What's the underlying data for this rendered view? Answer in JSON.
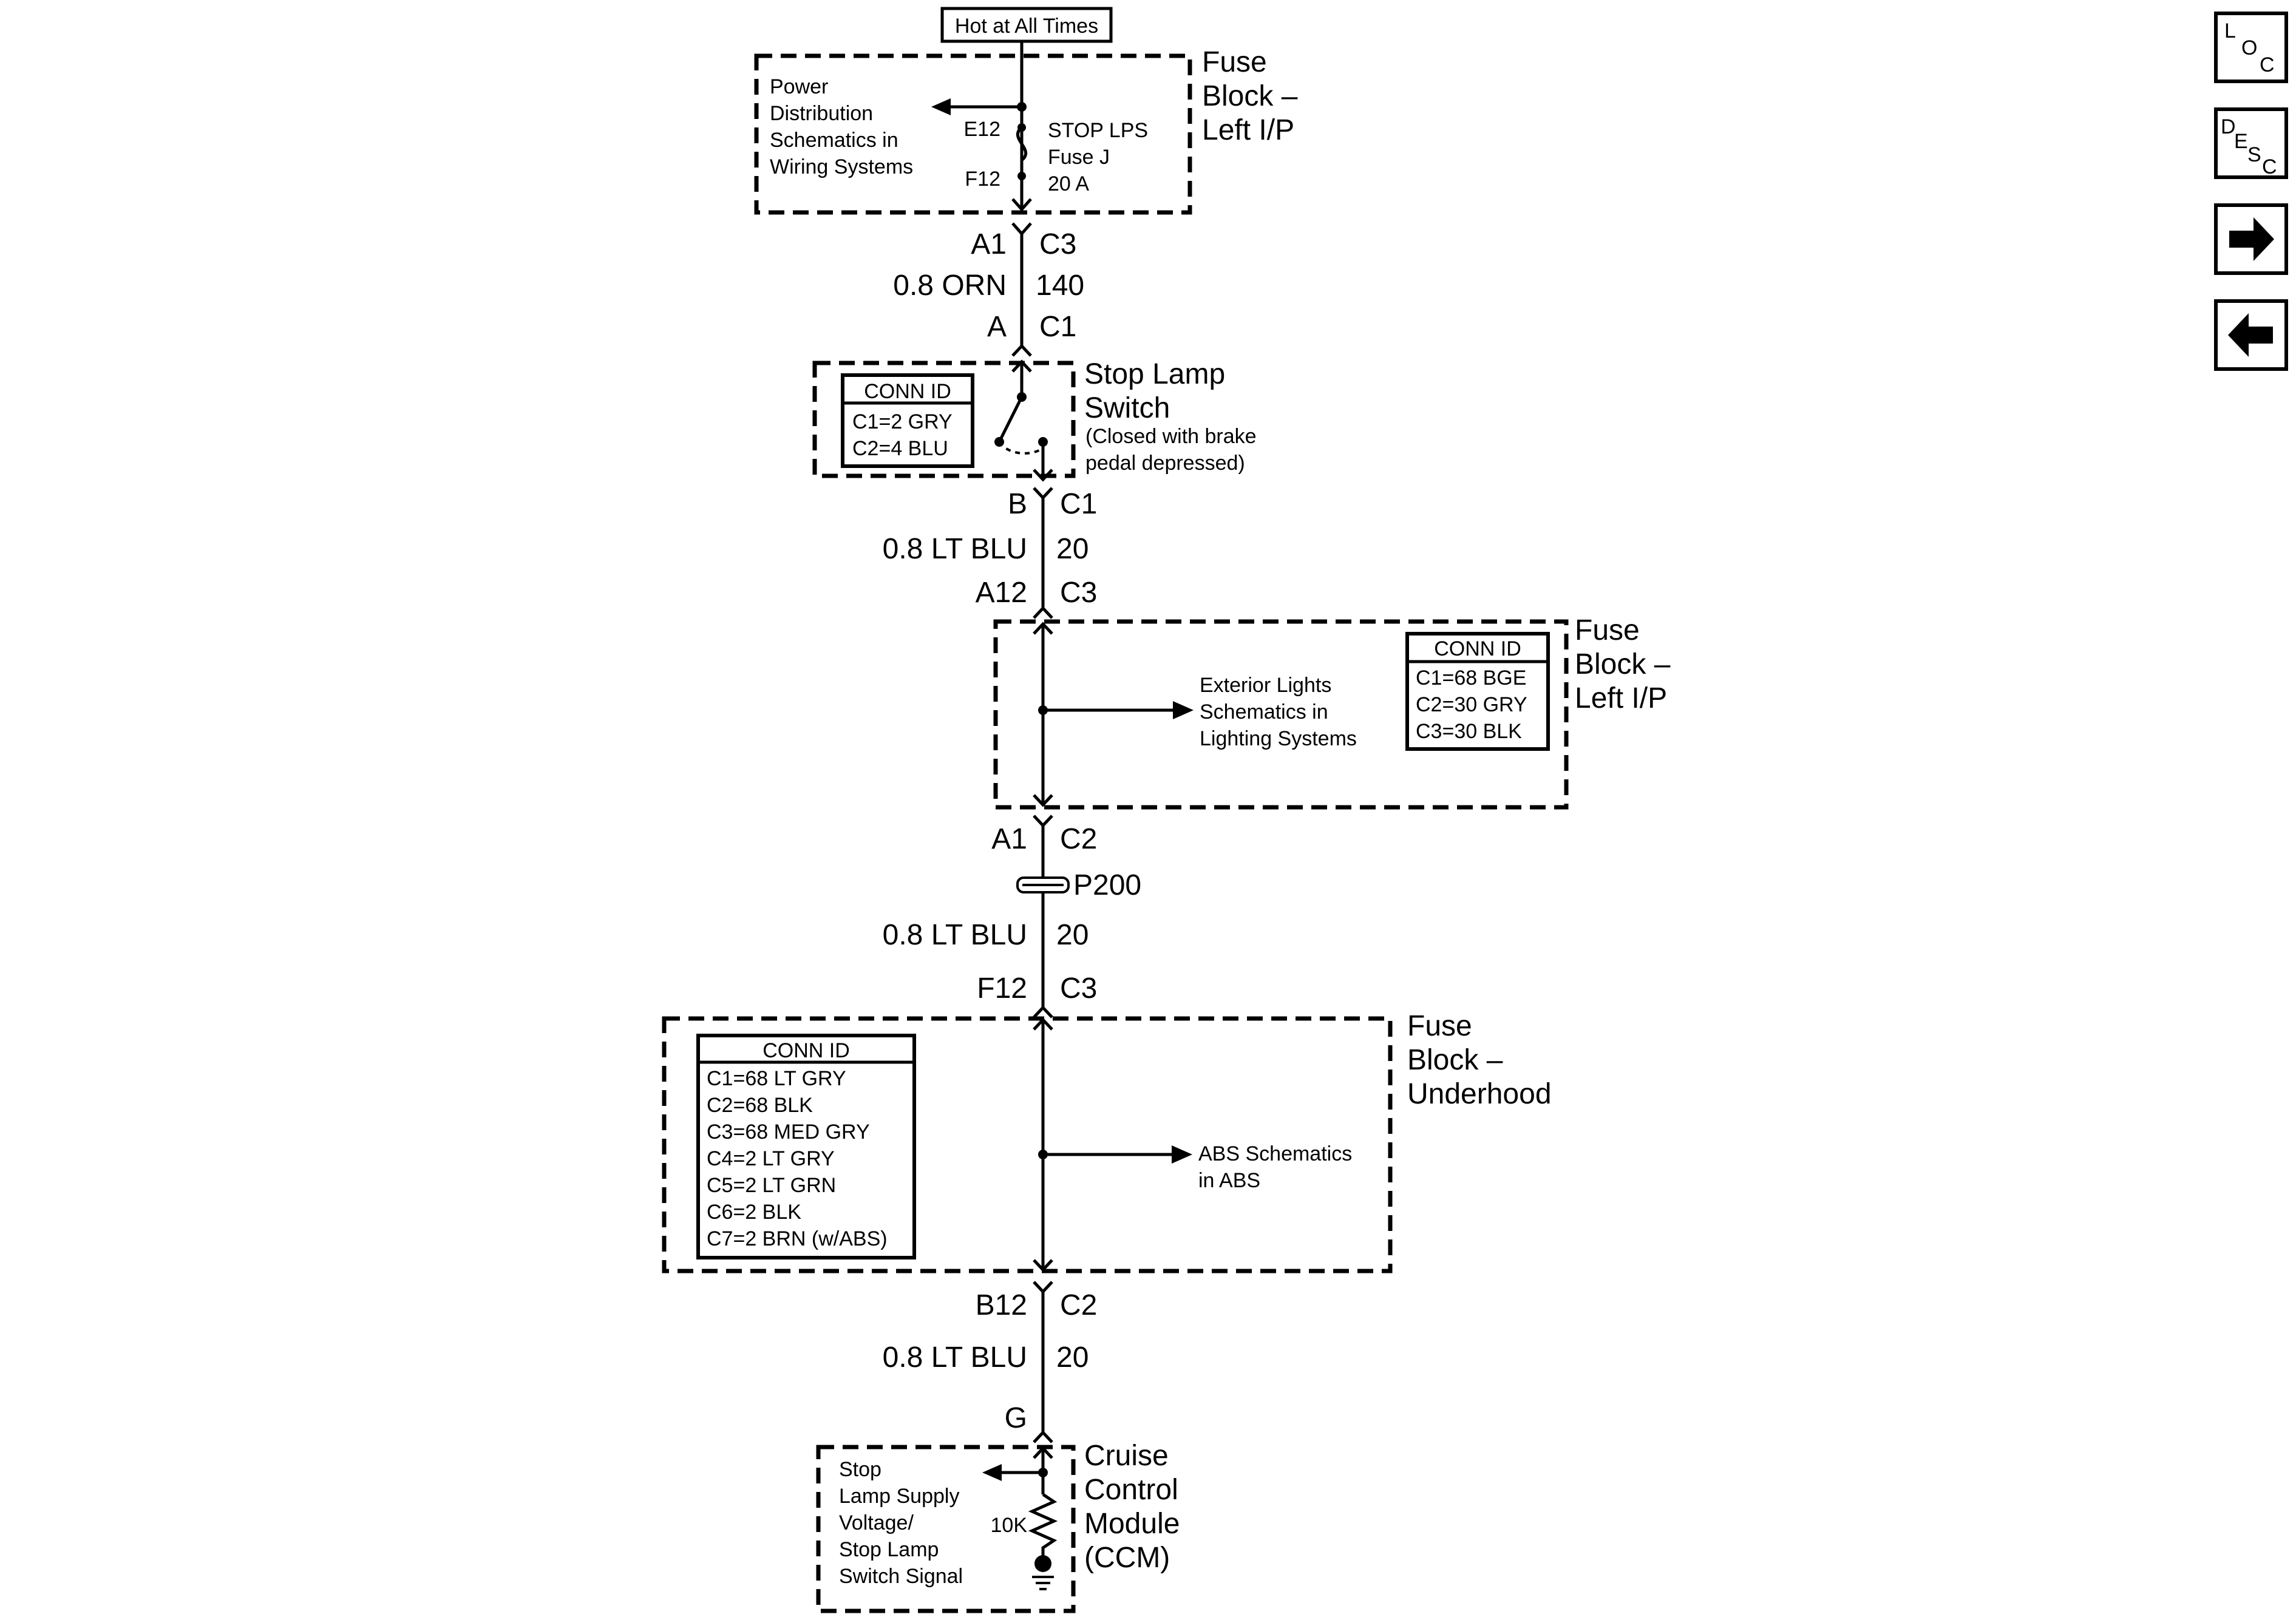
{
  "header": {
    "power_label": "Hot at All Times"
  },
  "fuse_block_top": {
    "title_lines": [
      "Fuse",
      "Block –",
      "Left I/P"
    ],
    "ref_lines": [
      "Power",
      "Distribution",
      "Schematics in",
      "Wiring Systems"
    ],
    "terminal_in": "E12",
    "terminal_out": "F12",
    "fuse_lines": [
      "STOP LPS",
      "Fuse J",
      "20 A"
    ]
  },
  "wire_1": {
    "top_left": "A1",
    "top_right": "C3",
    "size_color": "0.8 ORN",
    "circuit": "140",
    "bottom_left": "A",
    "bottom_right": "C1"
  },
  "stop_lamp_switch": {
    "title_lines": [
      "Stop Lamp",
      "Switch"
    ],
    "note_lines": [
      "(Closed with brake",
      "pedal depressed)"
    ],
    "conn_id": {
      "header": "CONN ID",
      "rows": [
        "C1=2 GRY",
        "C2=4 BLU"
      ]
    }
  },
  "wire_2": {
    "top_left": "B",
    "top_right": "C1",
    "size_color": "0.8 LT BLU",
    "circuit": "20",
    "bottom_left": "A12",
    "bottom_right": "C3"
  },
  "fuse_block_mid": {
    "title_lines": [
      "Fuse",
      "Block –",
      "Left I/P"
    ],
    "ref_lines": [
      "Exterior Lights",
      "Schematics in",
      "Lighting Systems"
    ],
    "conn_id": {
      "header": "CONN ID",
      "rows": [
        "C1=68 BGE",
        "C2=30 GRY",
        "C3=30 BLK"
      ]
    }
  },
  "wire_3": {
    "top_left": "A1",
    "top_right": "C2",
    "splice": "P200",
    "size_color": "0.8 LT BLU",
    "circuit": "20",
    "bottom_left": "F12",
    "bottom_right": "C3"
  },
  "fuse_block_underhood": {
    "title_lines": [
      "Fuse",
      "Block –",
      "Underhood"
    ],
    "ref_lines": [
      "ABS Schematics",
      "in ABS"
    ],
    "conn_id": {
      "header": "CONN ID",
      "rows": [
        "C1=68 LT GRY",
        "C2=68 BLK",
        "C3=68 MED GRY",
        "C4=2 LT GRY",
        "C5=2 LT GRN",
        "C6=2 BLK",
        "C7=2 BRN (w/ABS)"
      ]
    }
  },
  "wire_4": {
    "top_left": "B12",
    "top_right": "C2",
    "size_color": "0.8 LT BLU",
    "circuit": "20",
    "bottom_left": "G"
  },
  "ccm": {
    "title_lines": [
      "Cruise",
      "Control",
      "Module",
      "(CCM)"
    ],
    "signal_lines": [
      "Stop",
      "Lamp Supply",
      "Voltage/",
      "Stop Lamp",
      "Switch Signal"
    ],
    "resistor": "10K"
  },
  "nav": {
    "loc": [
      "L",
      "O",
      "C"
    ],
    "desc": [
      "D",
      "E",
      "S",
      "C"
    ],
    "next_icon": "arrow-right-icon",
    "prev_icon": "arrow-left-icon"
  }
}
